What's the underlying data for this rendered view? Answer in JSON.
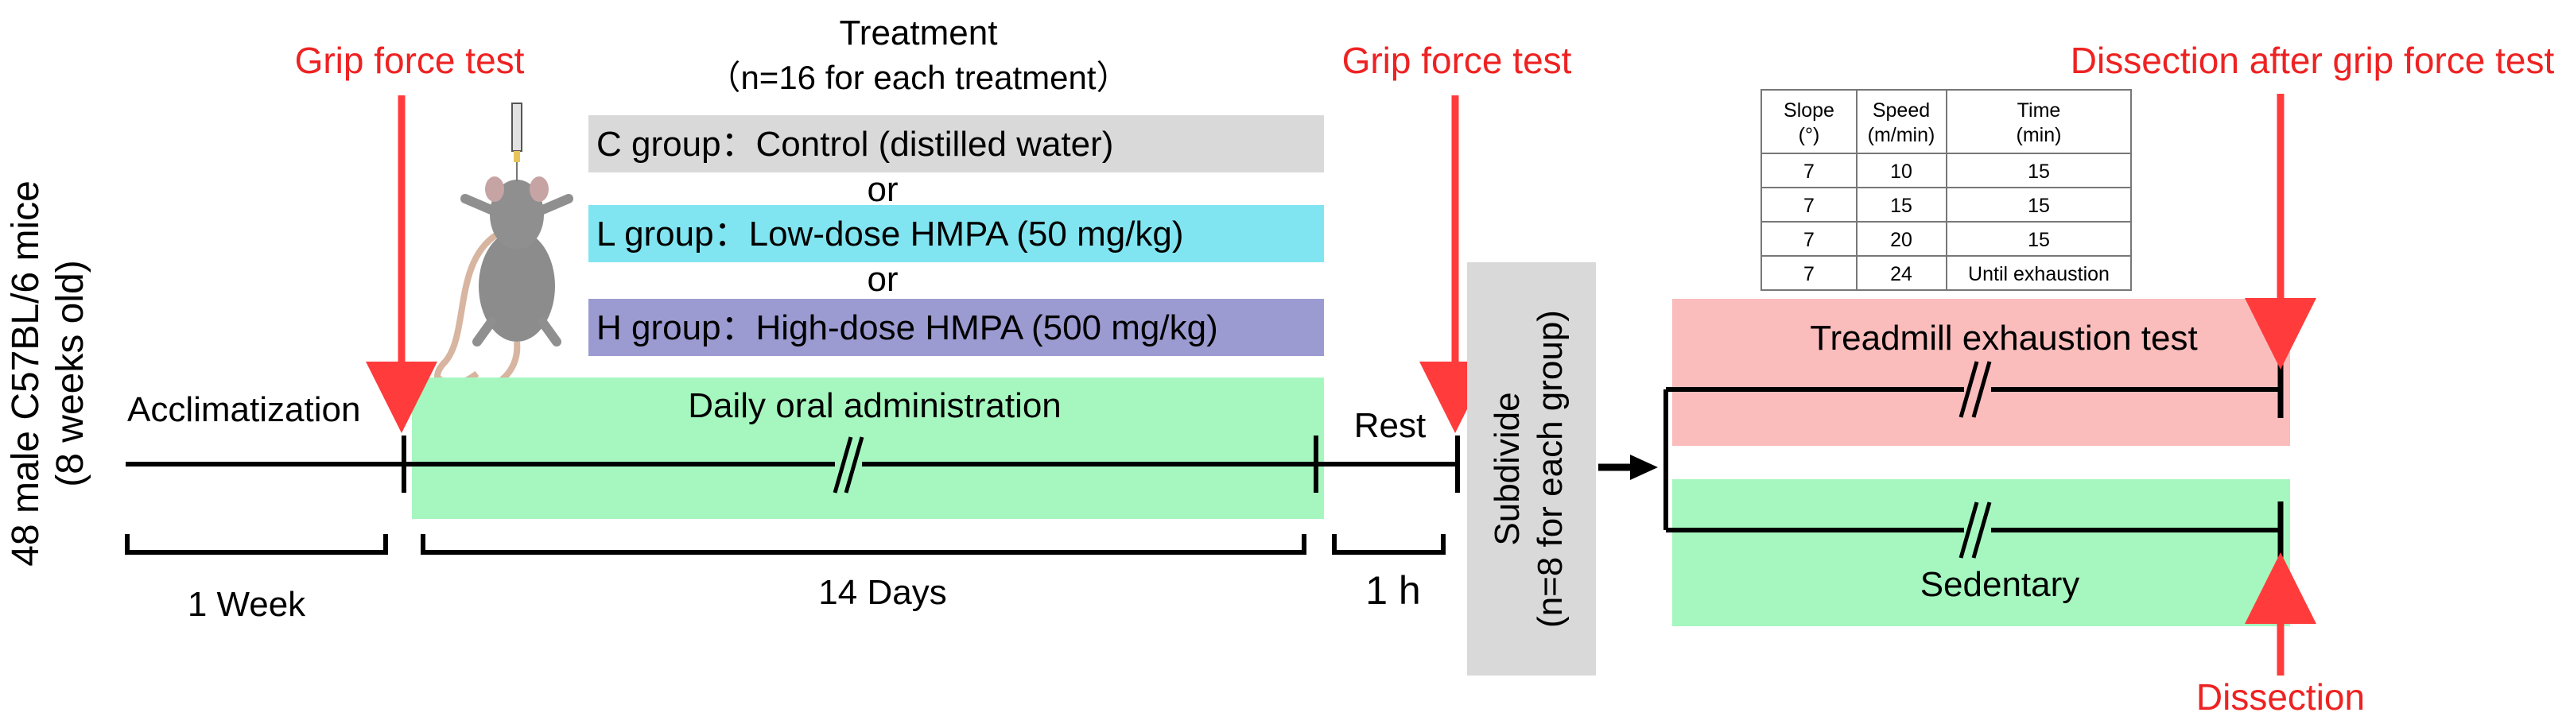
{
  "colors": {
    "red_accent": "#ff3b3b",
    "control_box": "#d9d9d9",
    "low_dose_box": "#80e5f0",
    "high_dose_box": "#9b9bd1",
    "admin_band": "#a6f7bf",
    "treadmill_band": "#fbbcbc",
    "sedentary_band": "#a6f7bf",
    "subdivide_box": "#d9d9d9"
  },
  "subjects": {
    "line1": "48 male C57BL/6 mice",
    "line2": "(8 weeks old)"
  },
  "treatment": {
    "title": "Treatment",
    "subtitle": "（n=16 for each treatment）",
    "groups": [
      {
        "label": "C group：Control (distilled water)"
      },
      {
        "label": "L group：Low-dose HMPA  (50 mg/kg)"
      },
      {
        "label": "H group：High-dose HMPA (500 mg/kg)"
      }
    ],
    "separator": "or"
  },
  "timeline": {
    "acclimatization": "Acclimatization",
    "daily_admin": "Daily oral administration",
    "rest": "Rest",
    "durations": [
      "1 Week",
      "14 Days",
      "1 h"
    ]
  },
  "annotations": {
    "grip1": "Grip force test",
    "grip2": "Grip force test",
    "dissection_grip": "Dissection after grip force test",
    "dissection": "Dissection"
  },
  "subdivide": {
    "line1": "Subdivide",
    "line2": "(n=8 for each group)"
  },
  "branches": {
    "treadmill": "Treadmill exhaustion test",
    "sedentary": "Sedentary"
  },
  "protocol_table": {
    "headers": [
      {
        "line1": "Slope",
        "line2": "(°)"
      },
      {
        "line1": "Speed",
        "line2": "(m/min)"
      },
      {
        "line1": "Time",
        "line2": "(min)"
      }
    ],
    "rows": [
      [
        "7",
        "10",
        "15"
      ],
      [
        "7",
        "15",
        "15"
      ],
      [
        "7",
        "20",
        "15"
      ],
      [
        "7",
        "24",
        "Until exhaustion"
      ]
    ]
  },
  "icons": {
    "mouse": "mouse-with-syringe-icon"
  }
}
